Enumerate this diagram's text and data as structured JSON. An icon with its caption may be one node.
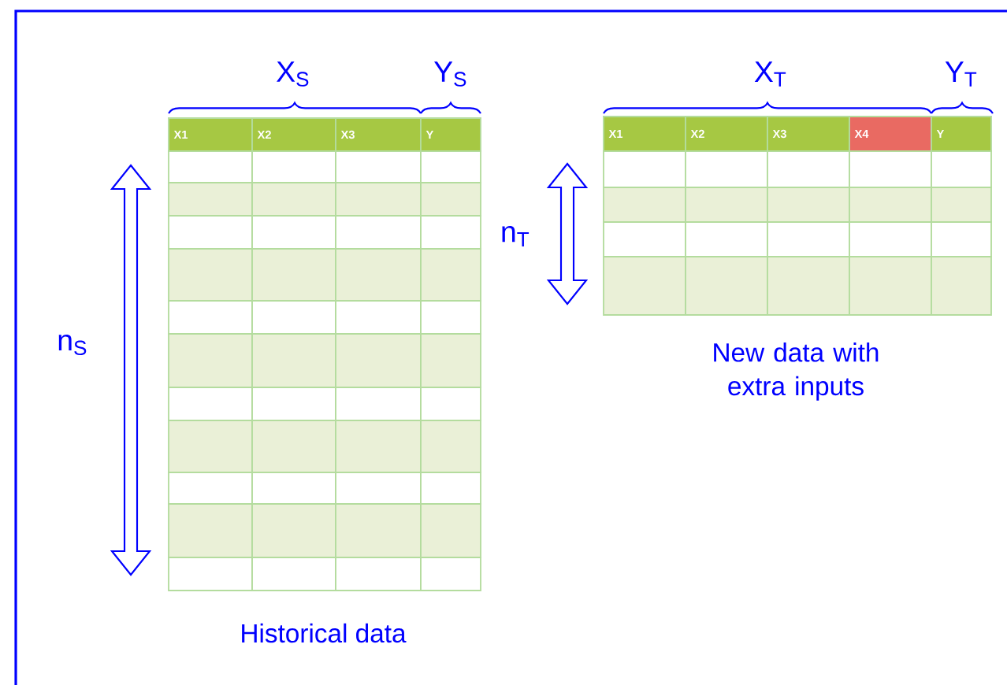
{
  "diagram": {
    "labels": [
      "X$_{S}$",
      "Y$_{S}$",
      "X1",
      "X2",
      "X3",
      "Y",
      "X$_{T}$",
      "Y$_{T}$",
      "X1",
      "X2",
      "X3",
      "X4",
      "Y",
      "n$_{T}$",
      "n$_{S}$",
      "New data with extra inputs",
      "Historical data"
    ]
  }
}
